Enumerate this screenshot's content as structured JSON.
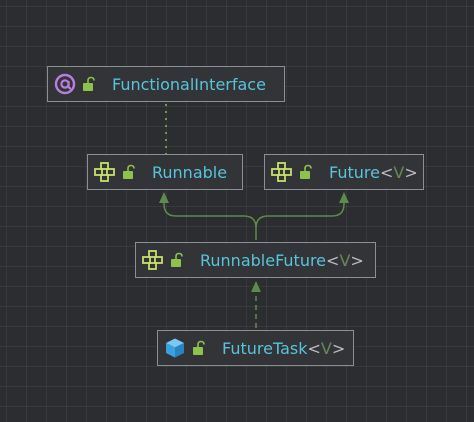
{
  "diagram": {
    "nodes": [
      {
        "id": "functional-interface",
        "icon": "annotation-icon",
        "visibility": "public-lock-icon",
        "label": "FunctionalInterface",
        "generic": ""
      },
      {
        "id": "runnable",
        "icon": "interface-icon",
        "visibility": "public-lock-icon",
        "label": "Runnable",
        "generic": ""
      },
      {
        "id": "future",
        "icon": "interface-icon",
        "visibility": "public-lock-icon",
        "label": "Future",
        "generic": "V"
      },
      {
        "id": "runnable-future",
        "icon": "interface-icon",
        "visibility": "public-lock-icon",
        "label": "RunnableFuture",
        "generic": "V"
      },
      {
        "id": "future-task",
        "icon": "class-icon",
        "visibility": "public-lock-icon",
        "label": "FutureTask",
        "generic": "V"
      }
    ],
    "edges": [
      {
        "from": "runnable",
        "to": "functional-interface",
        "type": "annotated-dotted"
      },
      {
        "from": "runnable-future",
        "to": "runnable",
        "type": "extends"
      },
      {
        "from": "runnable-future",
        "to": "future",
        "type": "extends"
      },
      {
        "from": "future-task",
        "to": "runnable-future",
        "type": "implements-dashed"
      }
    ],
    "colors": {
      "background": "#2b2d30",
      "node_border": "#8b8e94",
      "label": "#58c4dc",
      "type_param": "#6a8759",
      "edge": "#5f8a4f",
      "annotation_icon": "#b77fdb",
      "interface_icon": "#c6e06a",
      "class_icon": "#3aa0e0",
      "lock_icon": "#8fc24a"
    }
  }
}
